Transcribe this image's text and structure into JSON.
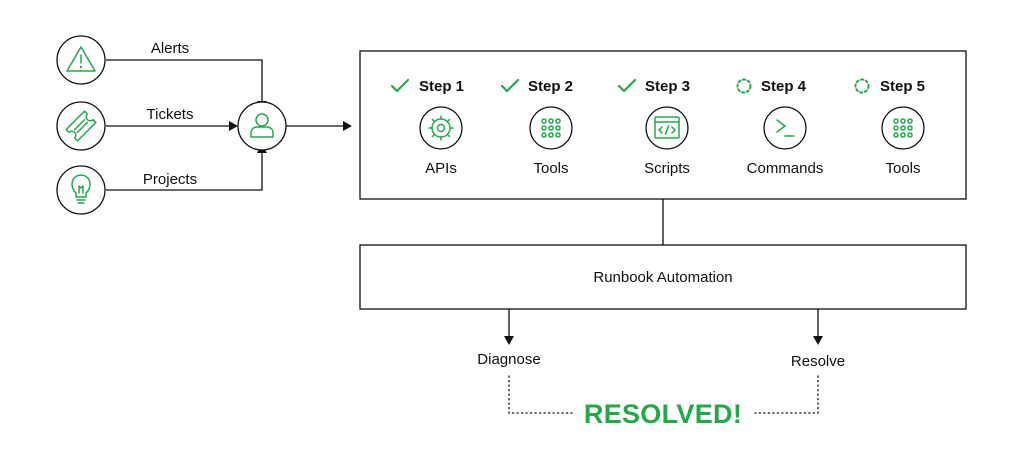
{
  "inputs": [
    {
      "label": "Alerts",
      "icon": "warning-icon"
    },
    {
      "label": "Tickets",
      "icon": "ticket-icon"
    },
    {
      "label": "Projects",
      "icon": "lightbulb-icon"
    }
  ],
  "responder": {
    "icon": "user-icon"
  },
  "steps": [
    {
      "title": "Step 1",
      "status": "done",
      "tool": "APIs",
      "icon": "gear-icon"
    },
    {
      "title": "Step 2",
      "status": "done",
      "tool": "Tools",
      "icon": "grid-icon"
    },
    {
      "title": "Step 3",
      "status": "done",
      "tool": "Scripts",
      "icon": "code-window-icon"
    },
    {
      "title": "Step 4",
      "status": "pending",
      "tool": "Commands",
      "icon": "terminal-icon"
    },
    {
      "title": "Step 5",
      "status": "pending",
      "tool": "Tools",
      "icon": "grid-icon"
    }
  ],
  "automation": {
    "label": "Runbook Automation"
  },
  "outcomes": {
    "left": "Diagnose",
    "right": "Resolve",
    "result": "RESOLVED!"
  },
  "colors": {
    "accent": "#23a84a",
    "line": "#111111"
  }
}
